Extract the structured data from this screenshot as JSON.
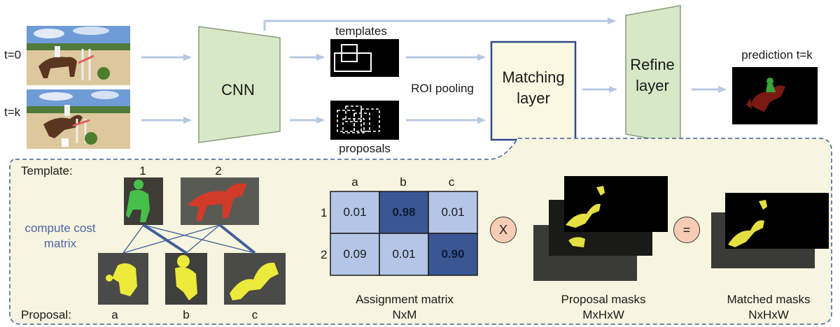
{
  "frames": {
    "t0_label": "t=0",
    "tk_label": "t=k"
  },
  "pipeline": {
    "cnn": "CNN",
    "templates": "templates",
    "proposals": "proposals",
    "roi_pooling": "ROI pooling",
    "matching_line1": "Matching",
    "matching_line2": "layer",
    "refine_line1": "Refine",
    "refine_line2": "layer",
    "prediction": "prediction  t=k"
  },
  "detail": {
    "template_label": "Template:",
    "template_ids": [
      "1",
      "2"
    ],
    "compute_line1": "compute cost",
    "compute_line2": "matrix",
    "proposal_label": "Proposal:",
    "proposal_ids": [
      "a",
      "b",
      "c"
    ]
  },
  "assignment": {
    "col_headers": [
      "a",
      "b",
      "c"
    ],
    "row_headers": [
      "1",
      "2"
    ],
    "values": [
      [
        "0.01",
        "0.98",
        "0.01"
      ],
      [
        "0.09",
        "0.01",
        "0.90"
      ]
    ],
    "caption_line1": "Assignment matrix",
    "caption_line2": "NxM"
  },
  "operators": {
    "multiply": "X",
    "equals": "="
  },
  "proposal_masks": {
    "line1": "Proposal masks",
    "line2": "MxHxW"
  },
  "matched_masks": {
    "line1": "Matched masks",
    "line2": "NxHxW"
  },
  "colors": {
    "arrow": "#b7c8e4",
    "cnn_fill": "#d7e8c7",
    "cnn_stroke": "#8a9a7a",
    "matching_fill": "#fbf8e2",
    "matching_stroke": "#2f4a8a",
    "panel_fill": "#f7f4df",
    "panel_stroke": "#3f5f9a",
    "cell_light": "#b4c6e7",
    "cell_dark": "#3a5794",
    "mask_yellow": "#e4e042",
    "pred_red": "#7a1a12",
    "pred_green": "#3aa33a"
  }
}
